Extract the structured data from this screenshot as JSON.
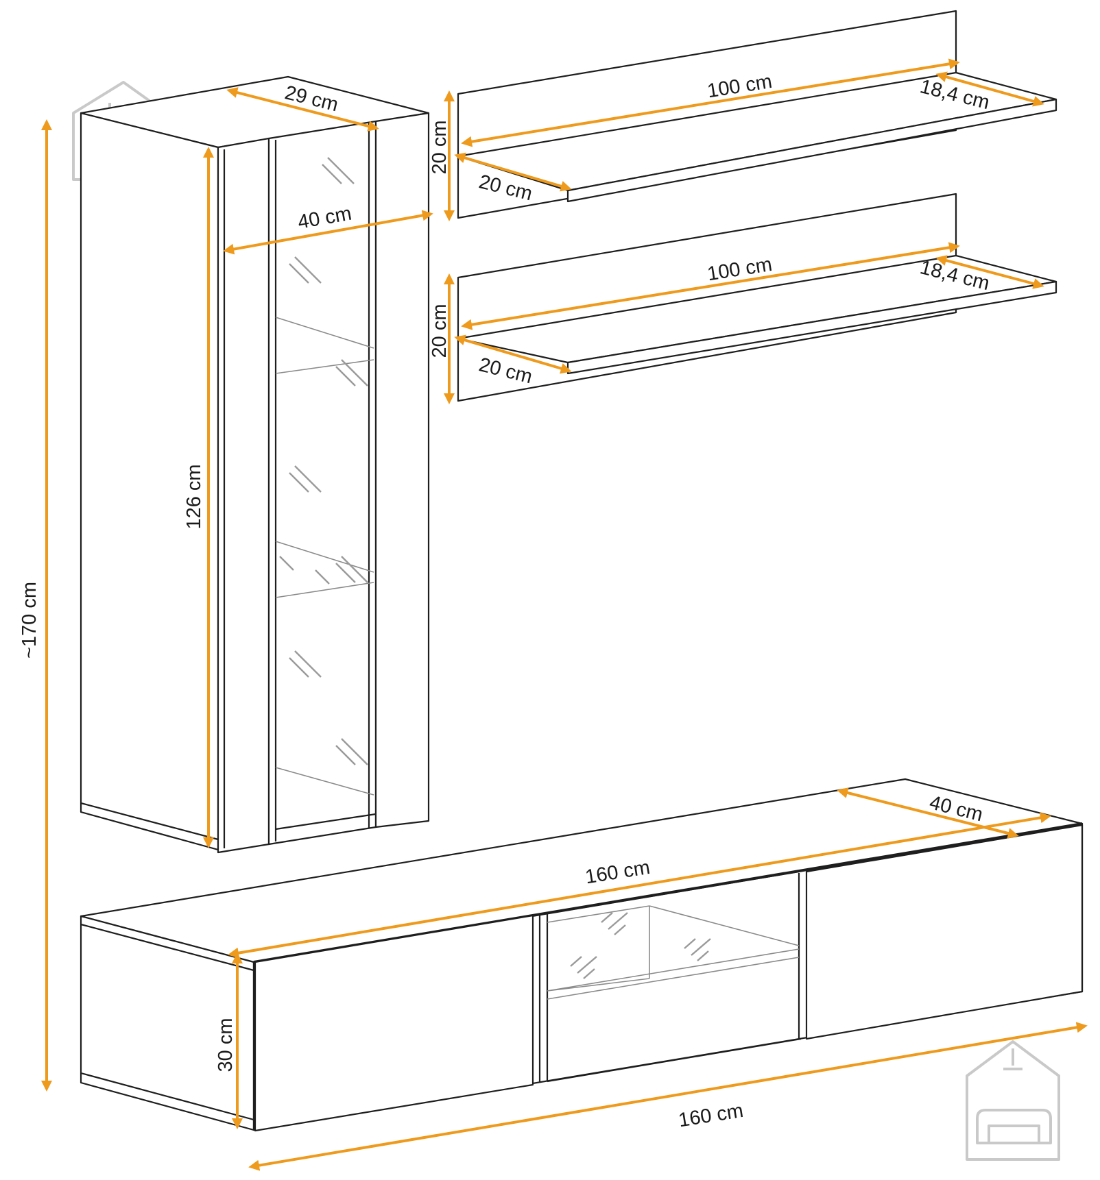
{
  "colors": {
    "dimension_line": "#ee9a1c",
    "outline": "#1e1e1e",
    "glass": "#8a8a8a",
    "logo": "#c9c9c9"
  },
  "icons": {
    "logo_top": "house-with-sofa-logo",
    "logo_bottom": "house-with-sofa-logo"
  },
  "dimensions": {
    "overall_height": "~170 cm",
    "vitrine_depth": "29 cm",
    "vitrine_width": "40 cm",
    "vitrine_height": "126 cm",
    "shelf1_length": "100 cm",
    "shelf1_depth": "18,4 cm",
    "shelf1_height": "20 cm",
    "shelf1_bracket": "20 cm",
    "shelf2_length": "100 cm",
    "shelf2_depth": "18,4 cm",
    "shelf2_height": "20 cm",
    "shelf2_bracket": "20 cm",
    "tv_depth": "40 cm",
    "tv_width_top": "160 cm",
    "tv_height": "30 cm",
    "tv_width_bottom": "160 cm"
  }
}
